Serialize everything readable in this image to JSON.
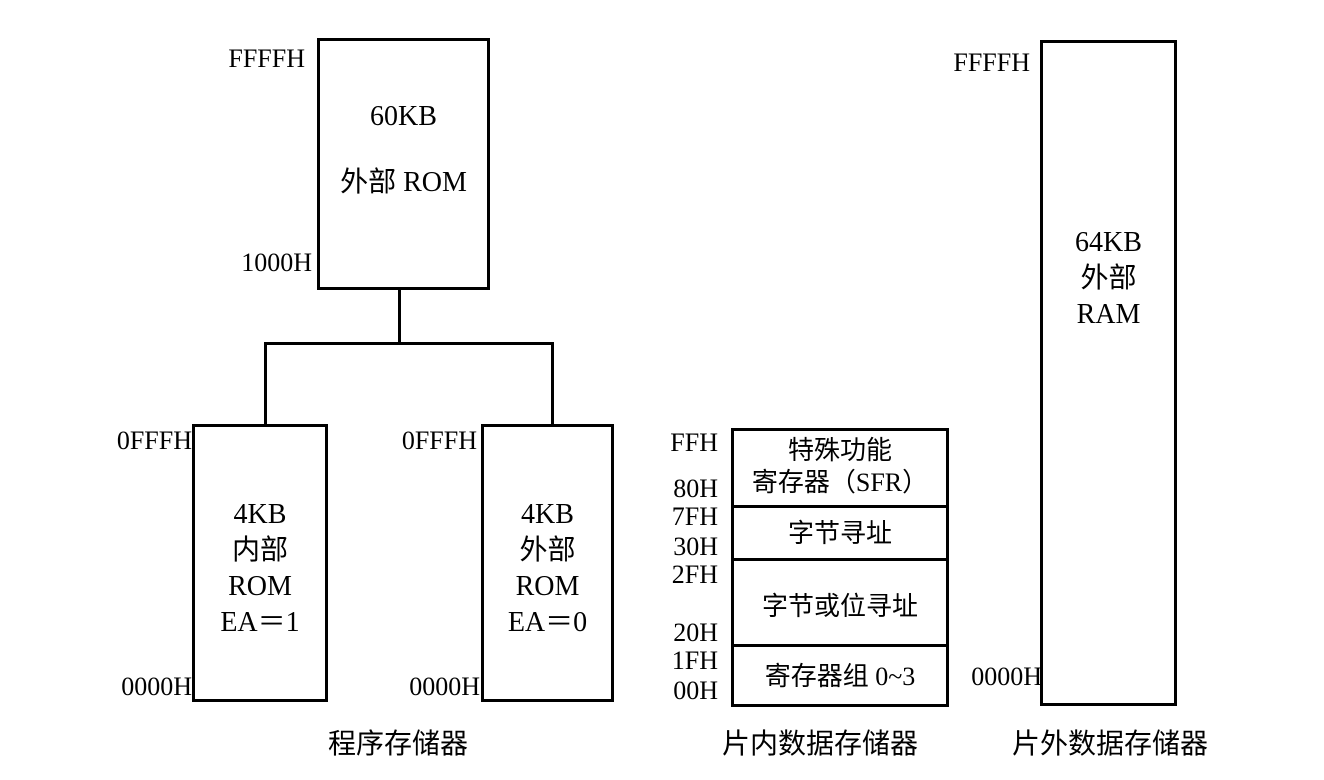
{
  "program_memory": {
    "external_rom": {
      "size": "60KB",
      "label": "外部 ROM",
      "addr_top": "FFFFH",
      "addr_bottom": "1000H"
    },
    "internal_rom": {
      "size": "4KB",
      "label": "内部",
      "type": "ROM",
      "condition": "EA＝1",
      "addr_top": "0FFFH",
      "addr_bottom": "0000H"
    },
    "external_rom_low": {
      "size": "4KB",
      "label": "外部",
      "type": "ROM",
      "condition": "EA＝0",
      "addr_top": "0FFFH",
      "addr_bottom": "0000H"
    },
    "caption": "程序存储器"
  },
  "internal_data_memory": {
    "sfr": {
      "line1": "特殊功能",
      "line2": "寄存器（SFR）",
      "addr_top": "FFH",
      "addr_bottom": "80H"
    },
    "byte_addr": {
      "label": "字节寻址",
      "addr_top": "7FH",
      "addr_bottom": "30H"
    },
    "bit_addr": {
      "label": "字节或位寻址",
      "addr_top": "2FH",
      "addr_bottom": "20H"
    },
    "reg_banks": {
      "label": "寄存器组 0~3",
      "addr_top": "1FH",
      "addr_bottom": "00H"
    },
    "caption": "片内数据存储器"
  },
  "external_data_memory": {
    "size": "64KB",
    "label": "外部",
    "type": "RAM",
    "addr_top": "FFFFH",
    "addr_bottom": "0000H",
    "caption": "片外数据存储器"
  }
}
